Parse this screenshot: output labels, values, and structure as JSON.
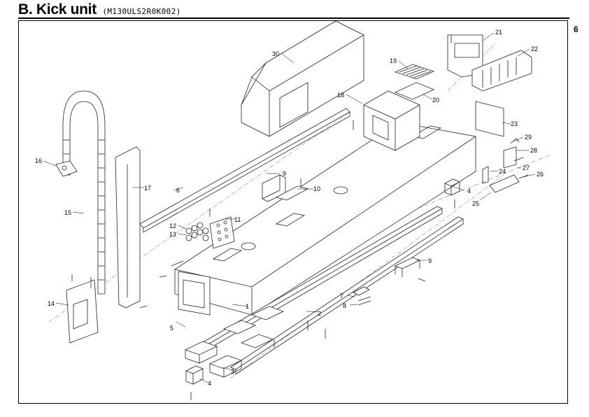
{
  "header": {
    "title": "B. Kick unit",
    "code": "(M130ULS2R0K002)",
    "page_number": "6"
  },
  "callouts": [
    "1",
    "2",
    "3",
    "4",
    "4",
    "5",
    "6",
    "7",
    "8",
    "9",
    "9",
    "10",
    "11",
    "12",
    "13",
    "14",
    "15",
    "16",
    "17",
    "18",
    "19",
    "20",
    "21",
    "22",
    "23",
    "24",
    "25",
    "26",
    "27",
    "28",
    "29",
    "30"
  ]
}
